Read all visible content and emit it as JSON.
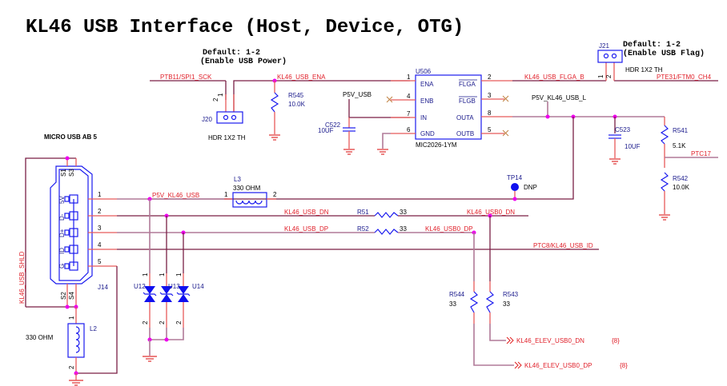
{
  "title": "KL46 USB Interface (Host, Device, OTG)",
  "notes": {
    "j20_default": "Default: 1-2",
    "j20_desc": "(Enable USB Power)",
    "j21_default": "Default: 1-2",
    "j21_desc": "(Enable USB Flag)"
  },
  "nets": {
    "ptb11": "PTB11/SPI1_SCK",
    "usb_ena": "KL46_USB_ENA",
    "p5v_usb": "P5V_USB",
    "flga_b": "KL46_USB_FLGA_B",
    "pte31": "PTE31/FTM0_CH4",
    "p5v_usb_l": "P5V_KL46_USB_L",
    "ptc17": "PTC17",
    "p5v_kl46_usb": "P5V_KL46_USB",
    "usb_dn": "KL46_USB_DN",
    "usb_dp": "KL46_USB_DP",
    "usb0_dn": "KL46_USB0_DN",
    "usb0_dp": "KL46_USB0_DP",
    "usb_id": "PTC8/KL46_USB_ID",
    "usb_shld": "KL46_USB_SHLD",
    "elev_dn": "KL46_ELEV_USB0_DN",
    "elev_dp": "KL46_ELEV_USB0_DP",
    "page_ref": "{8}"
  },
  "components": {
    "j20": {
      "ref": "J20",
      "value": "HDR 1X2 TH"
    },
    "j21": {
      "ref": "J21",
      "value": "HDR 1X2 TH"
    },
    "r545": {
      "ref": "R545",
      "value": "10.0K"
    },
    "c522": {
      "ref": "C522",
      "value": "10UF"
    },
    "u506": {
      "ref": "U506",
      "value": "MIC2026-1YM",
      "pins": {
        "ena": "ENA",
        "enb": "ENB",
        "in": "IN",
        "gnd": "GND",
        "flga": "FLGA",
        "flgb": "FLGB",
        "outa": "OUTA",
        "outb": "OUTB"
      },
      "nums": {
        "ena": "1",
        "enb": "4",
        "in": "7",
        "gnd": "6",
        "flga": "2",
        "flgb": "3",
        "outa": "8",
        "outb": "5"
      }
    },
    "c523": {
      "ref": "C523",
      "value": "10UF"
    },
    "r541": {
      "ref": "R541",
      "value": "5.1K"
    },
    "r542": {
      "ref": "R542",
      "value": "10.0K"
    },
    "tp14": {
      "ref": "TP14",
      "value": "DNP"
    },
    "j14": {
      "ref": "J14",
      "title": "MICRO USB AB 5",
      "pins": [
        "5V",
        "D-",
        "D+",
        "ID",
        "G"
      ],
      "nums": [
        "1",
        "2",
        "3",
        "4",
        "5"
      ],
      "shield": [
        "S1",
        "S3",
        "S2",
        "S4"
      ]
    },
    "l3": {
      "ref": "L3",
      "value": "330 OHM"
    },
    "l2": {
      "ref": "L2",
      "value": "330 OHM"
    },
    "r51": {
      "ref": "R51",
      "value": "33"
    },
    "r52": {
      "ref": "R52",
      "value": "33"
    },
    "r543": {
      "ref": "R543",
      "value": "33"
    },
    "r544": {
      "ref": "R544",
      "value": "33"
    },
    "u12": {
      "ref": "U12"
    },
    "u13": {
      "ref": "U13"
    },
    "u14": {
      "ref": "U14"
    },
    "pin1": "1",
    "pin2": "2"
  }
}
